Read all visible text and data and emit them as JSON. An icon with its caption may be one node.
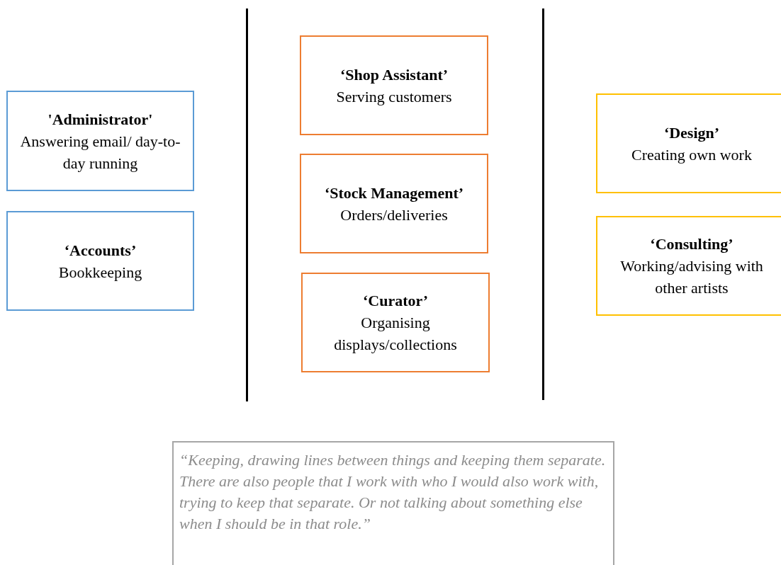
{
  "diagram": {
    "nodes": [
      {
        "text": [
          "'Administrator'",
          "Answering email/ day-to-day running"
        ]
      },
      {
        "text": [
          "‘Accounts’",
          "Bookkeeping"
        ]
      },
      {
        "text": [
          "‘Shop Assistant’",
          "Serving customers"
        ]
      },
      {
        "text": [
          "‘Stock Management’",
          "Orders/deliveries"
        ]
      },
      {
        "text": [
          "‘Curator’",
          "Organising displays/collections"
        ]
      },
      {
        "text": [
          "‘Design’",
          "Creating own work"
        ]
      },
      {
        "text": [
          "‘Consulting’",
          "Working/advising with other artists"
        ]
      },
      {
        "text": [
          "“Keeping, drawing lines between things and keeping them separate. There are also people that I work with who I would also work with, trying to keep that separate. Or not talking about something else when I should be in that role.”"
        ]
      }
    ],
    "edges": []
  }
}
